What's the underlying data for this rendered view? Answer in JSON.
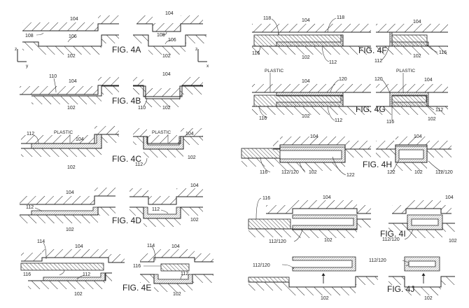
{
  "figures": [
    {
      "caption": "FIG. 4A",
      "labels": [
        "104",
        "104",
        "108",
        "106",
        "108",
        "106",
        "102",
        "102"
      ],
      "axes": [
        "z",
        "y",
        "z",
        "x"
      ]
    },
    {
      "caption": "FIG. 4B",
      "labels": [
        "110",
        "104",
        "104",
        "110",
        "102",
        "102"
      ]
    },
    {
      "caption": "FIG. 4C",
      "labels": [
        "112",
        "PLASTIC",
        "104",
        "PLASTIC",
        "104",
        "112",
        "102",
        "102"
      ]
    },
    {
      "caption": "FIG. 4D",
      "labels": [
        "104",
        "104",
        "112",
        "112",
        "102",
        "102"
      ]
    },
    {
      "caption": "FIG. 4E",
      "labels": [
        "114",
        "104",
        "114",
        "104",
        "116",
        "116",
        "112",
        "112",
        "102",
        "102"
      ]
    },
    {
      "caption": "FIG. 4F",
      "labels": [
        "104",
        "118",
        "118",
        "104",
        "116",
        "102",
        "112",
        "112",
        "102",
        "116"
      ]
    },
    {
      "caption": "FIG. 4G",
      "labels": [
        "PLASTIC",
        "PLASTIC",
        "104",
        "120",
        "120",
        "104",
        "112",
        "116",
        "102",
        "112",
        "116",
        "102"
      ]
    },
    {
      "caption": "FIG. 4H",
      "labels": [
        "104",
        "104",
        "116",
        "112/120",
        "102",
        "122",
        "122",
        "102",
        "112/120"
      ]
    },
    {
      "caption": "FIG. 4I",
      "labels": [
        "116",
        "104",
        "104",
        "112/120",
        "102",
        "112/120",
        "102"
      ]
    },
    {
      "caption": "FIG. 4J",
      "labels": [
        "112/120",
        "112/120",
        "102",
        "102"
      ]
    }
  ]
}
